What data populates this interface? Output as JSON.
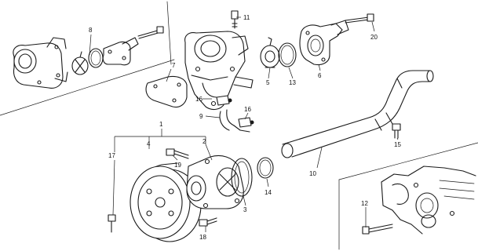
{
  "callouts": {
    "n1": "1",
    "n2": "2",
    "n3": "3",
    "n4": "4",
    "n5": "5",
    "n6": "6",
    "n7": "7",
    "n8": "8",
    "n9": "9",
    "n10": "10",
    "n11": "11",
    "n12": "12",
    "n13": "13",
    "n14": "14",
    "n15": "15",
    "n16a": "16",
    "n16b": "16",
    "n17": "17",
    "n18": "18",
    "n19": "19",
    "n20": "20"
  },
  "colors": {
    "ink": "#1a1a1a",
    "paper": "#ffffff"
  }
}
